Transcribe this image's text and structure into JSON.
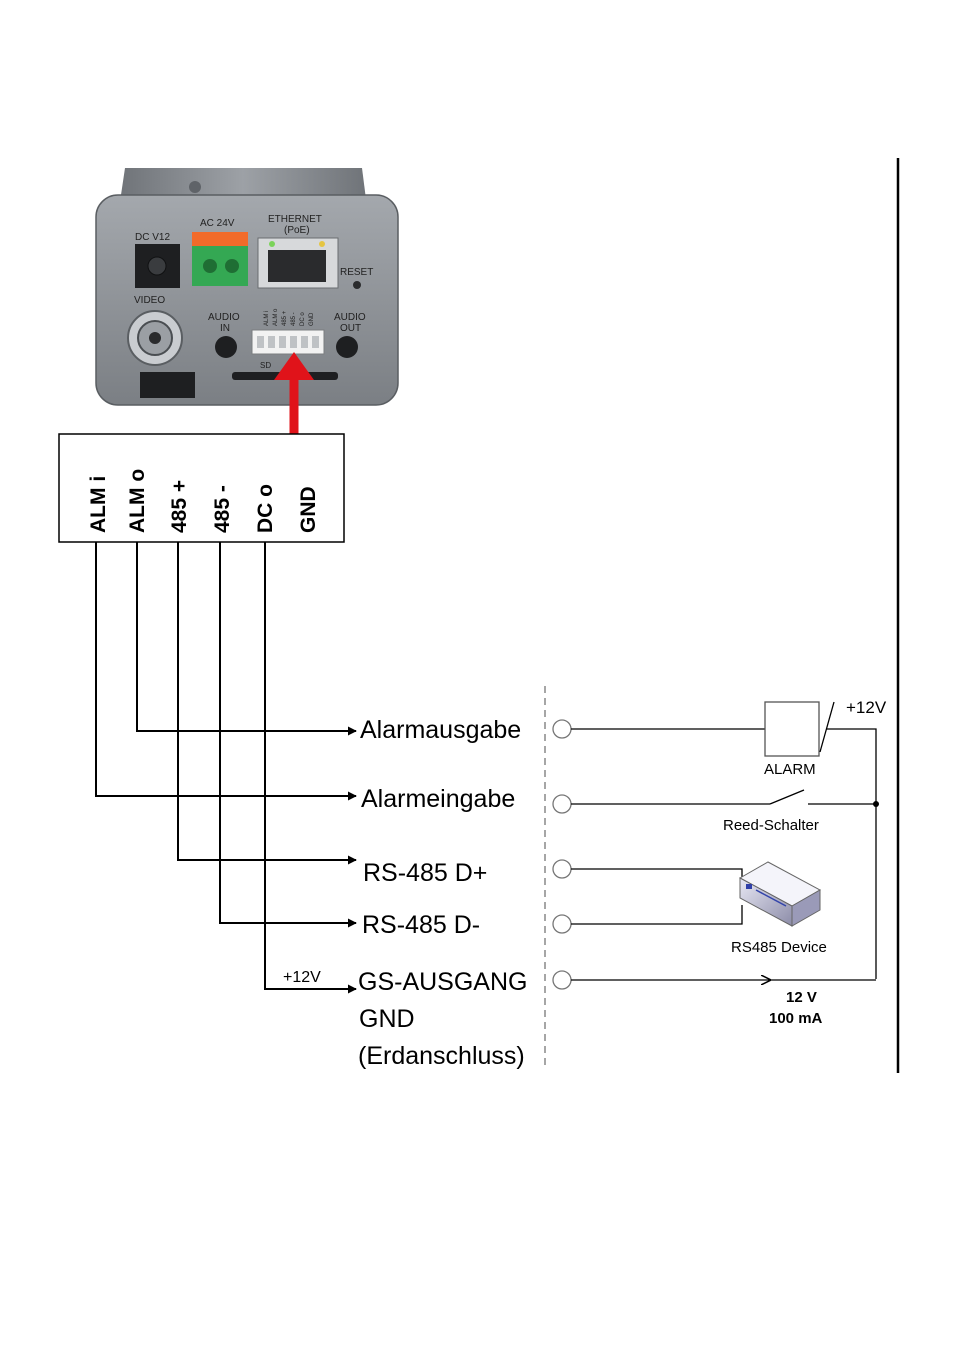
{
  "camera": {
    "labels": {
      "dc": "DC V12",
      "ac": "AC 24V",
      "ethernet": "ETHERNET",
      "poe": "(PoE)",
      "reset": "RESET",
      "video": "VIDEO",
      "audio_in_1": "AUDIO",
      "audio_in_2": "IN",
      "audio_out_1": "AUDIO",
      "audio_out_2": "OUT",
      "sd": "SD",
      "strip": [
        "ALM i",
        "ALM o",
        "485 +",
        "485 -",
        "DC o",
        "GND"
      ]
    }
  },
  "connector": {
    "pins": [
      "ALM i",
      "ALM o",
      "485 +",
      "485 -",
      "DC o",
      "GND"
    ]
  },
  "signals": {
    "alarm_out": "Alarmausgabe",
    "alarm_in": "Alarmeingabe",
    "rs485_p": "RS-485 D+",
    "rs485_n": "RS-485 D-",
    "dc_out": "GS-AUSGANG",
    "gnd": "GND",
    "gnd_note": "(Erdanschluss)",
    "plus12_left": "+12V"
  },
  "devices": {
    "alarm": "ALARM",
    "reed": "Reed-Schalter",
    "rs485": "RS485 Device",
    "plus12_right": "+12V",
    "supply_v": "12 V",
    "supply_i": "100 mA"
  },
  "colors": {
    "arrow": "#e0131a",
    "camera_body": "#8e9297",
    "terminal_green": "#34a853",
    "terminal_orange": "#f26b2a"
  }
}
